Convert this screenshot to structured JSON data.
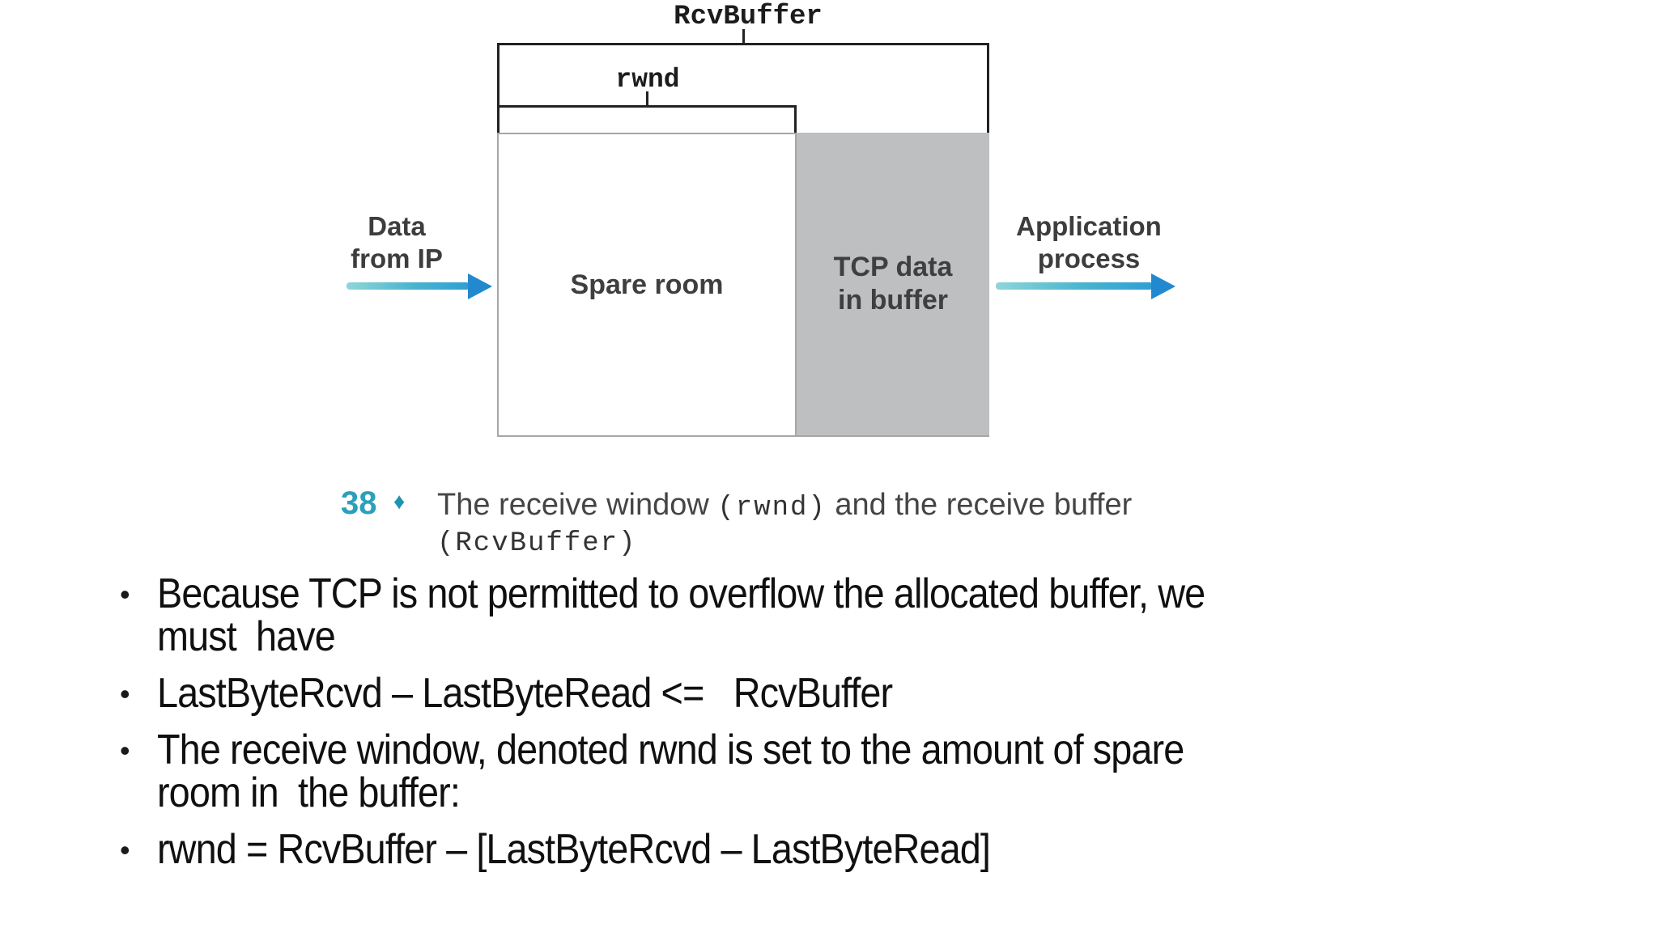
{
  "diagram": {
    "rcvbuffer_label": "RcvBuffer",
    "rwnd_label": "rwnd",
    "spare_room_label": "Spare room",
    "tcp_data_lines": [
      "TCP data",
      "in buffer"
    ],
    "data_from_ip_lines": [
      "Data",
      "from IP"
    ],
    "application_lines": [
      "Application",
      "process"
    ]
  },
  "caption": {
    "number": "38",
    "diamond": "♦",
    "text_before": "The receive window ",
    "mono_inline": "(rwnd)",
    "text_after": " and the receive buffer",
    "line2": "(RcvBuffer)"
  },
  "bullets": {
    "marker": "•",
    "items": [
      {
        "lines": [
          "Because TCP is not permitted to overflow the allocated buffer, we",
          "must  have"
        ]
      },
      {
        "lines": [
          "LastByteRcvd – LastByteRead <=   RcvBuffer"
        ]
      },
      {
        "lines": [
          "The receive window, denoted rwnd is set to the amount of spare",
          "room in  the buffer:"
        ]
      },
      {
        "lines": [
          "rwnd = RcvBuffer – [LastByteRcvd – LastByteRead]"
        ]
      }
    ]
  },
  "colors": {
    "accent_teal": "#2AA0BA",
    "buffer_gray": "#BDBFC1",
    "arrow_gradient_start": "#8FD6D8",
    "arrow_gradient_end": "#2F9FD4",
    "arrow_head_blue": "#2289CF",
    "text_dark": "#101010",
    "diagram_line": "#222222"
  }
}
